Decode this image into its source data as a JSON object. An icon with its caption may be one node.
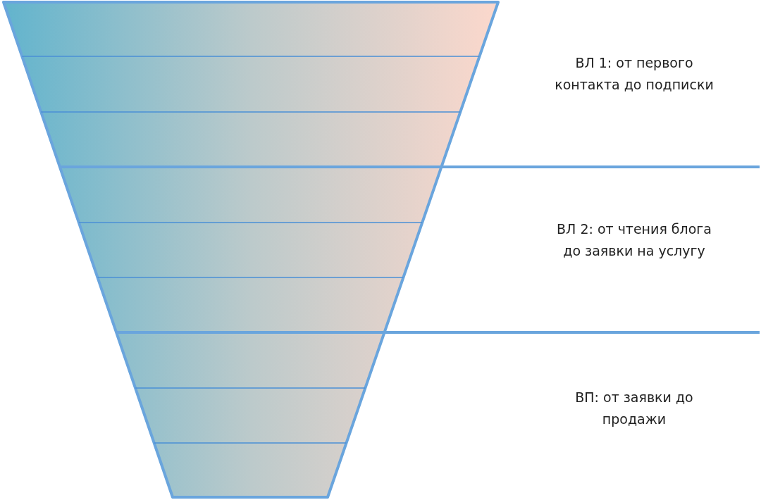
{
  "diagram": {
    "labels": [
      "ВЛ 1: от первого контакта до подписки",
      "ВЛ 2: от чтения блога до заявки на услугу",
      "ВП: от заявки до продажи"
    ]
  }
}
